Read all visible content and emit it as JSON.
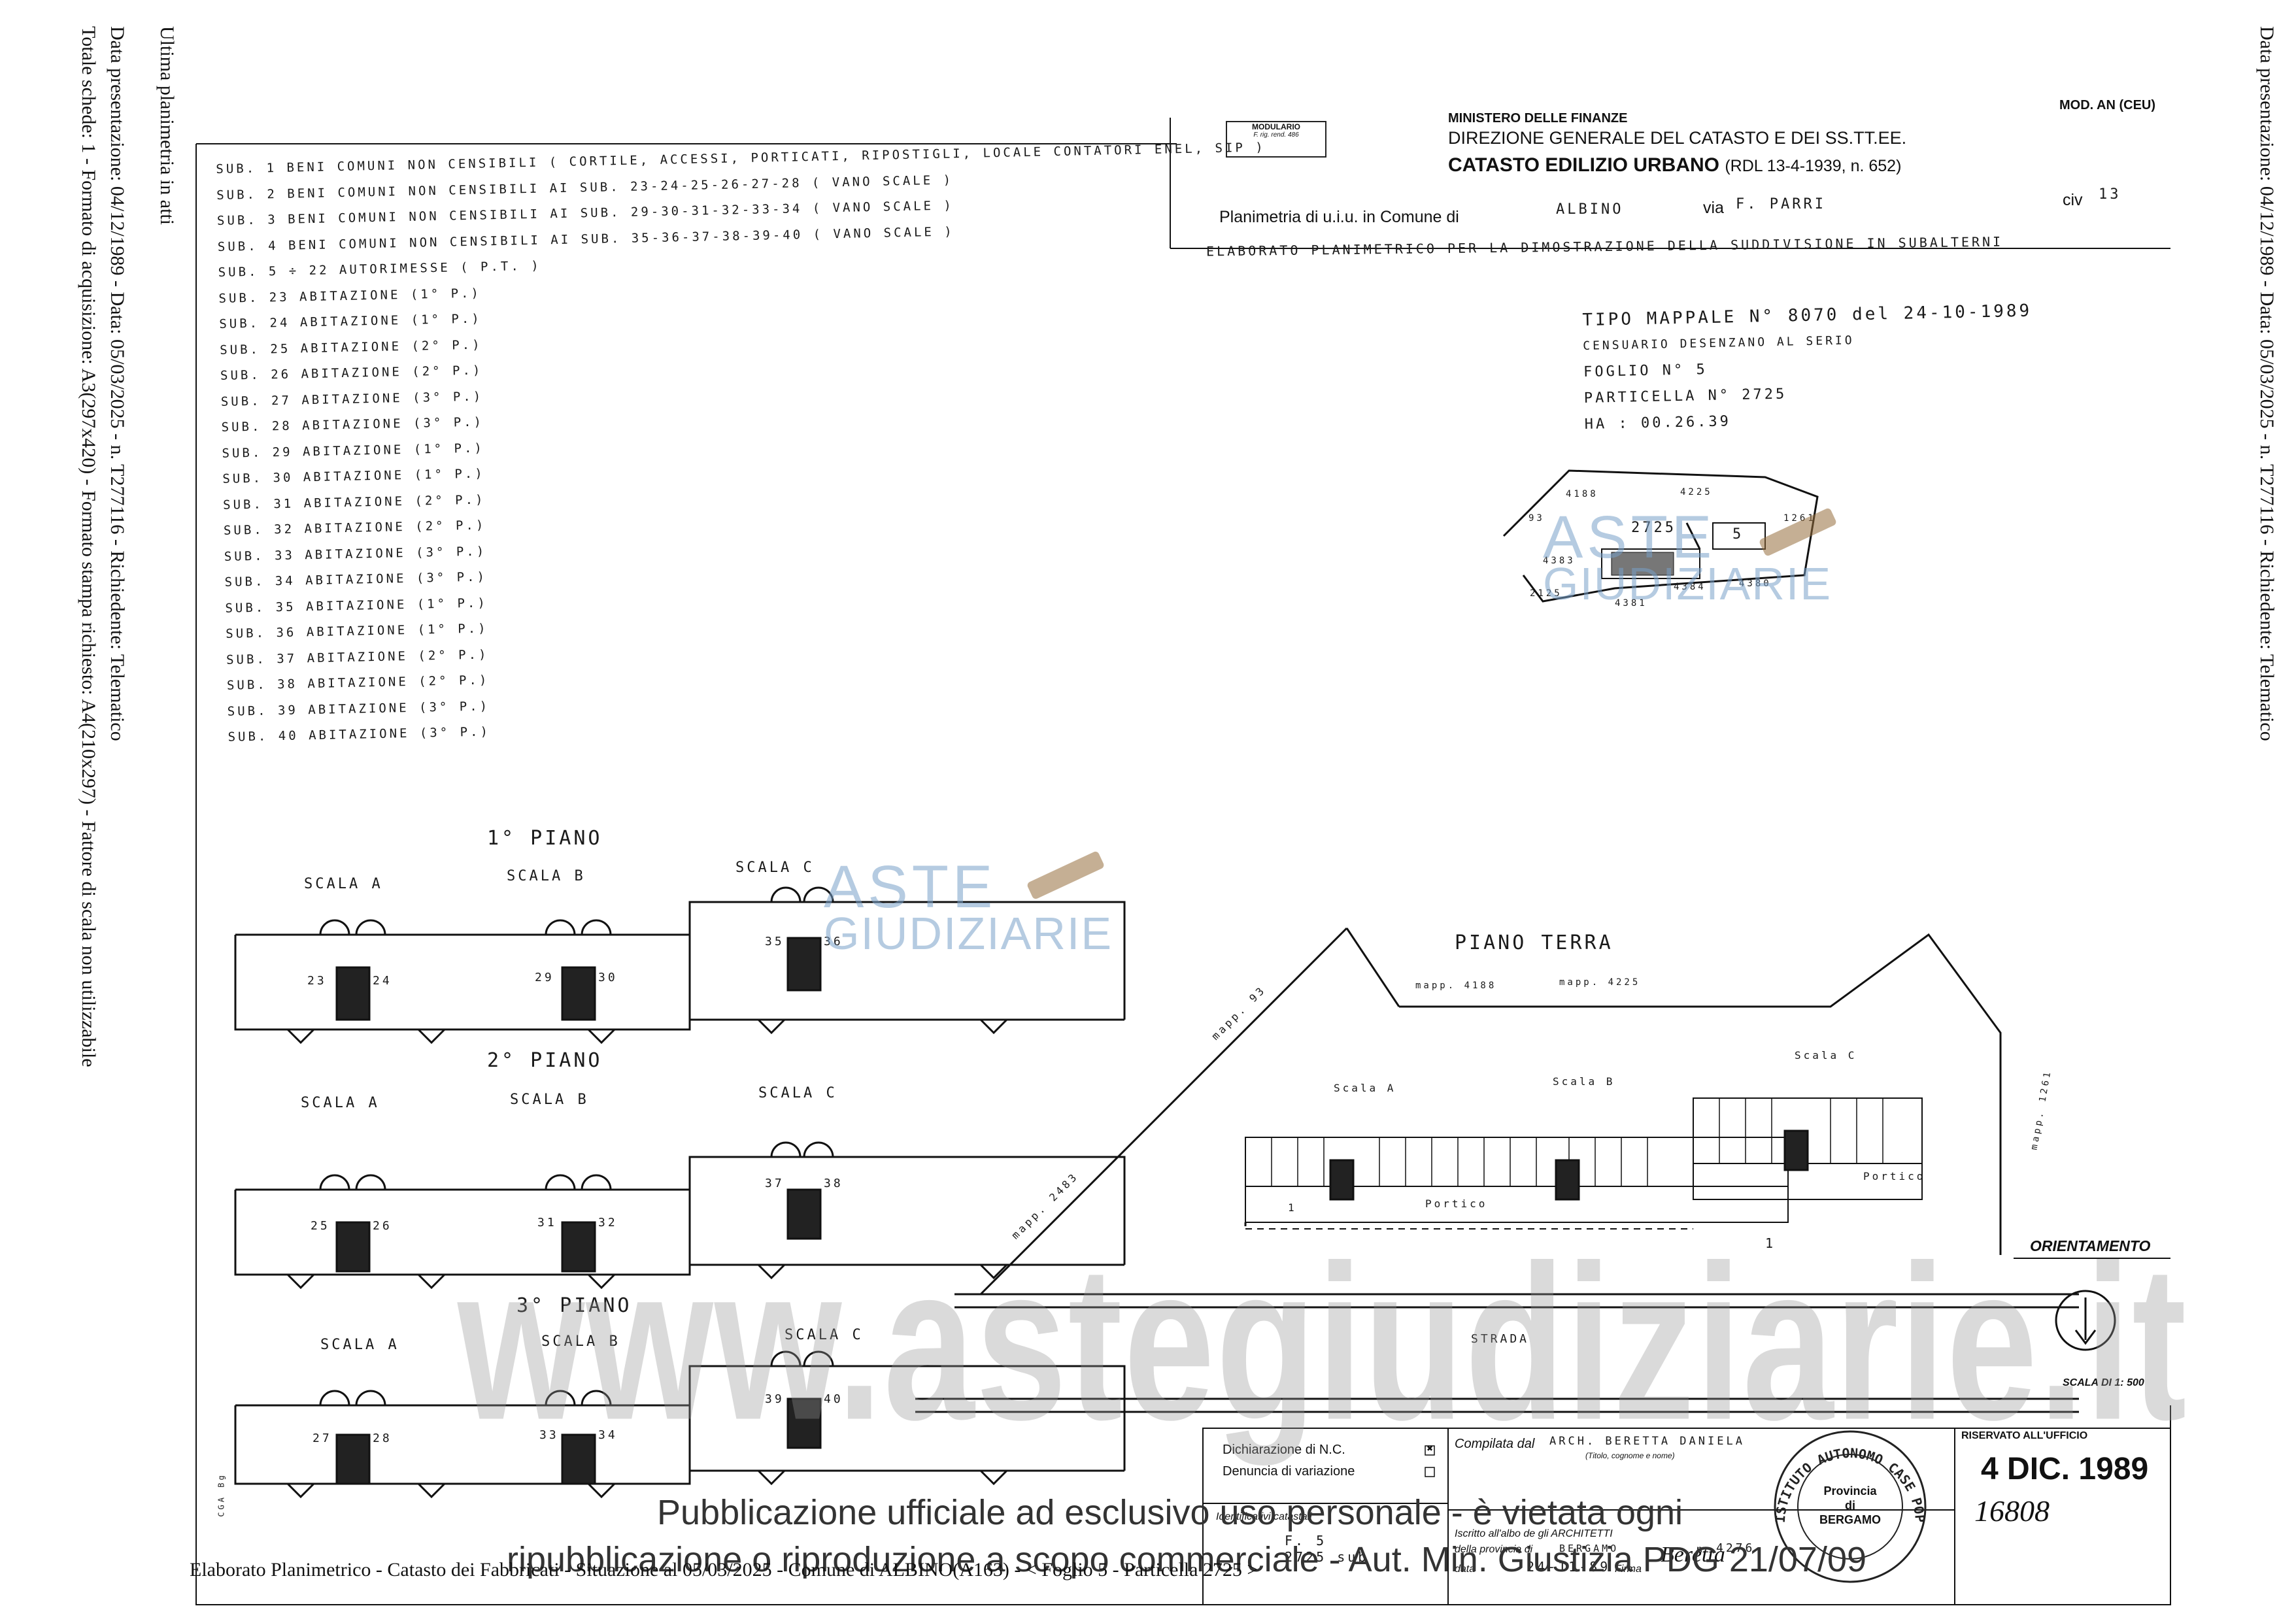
{
  "margins": {
    "left_col1": "Ultima planimetria in atti",
    "left_col2": "Data presentazione: 04/12/1989 - Data: 05/03/2025 - n. T277116 - Richiedente: Telematico",
    "left_col3": "Totale schede: 1 - Formato di acquisizione: A3(297x420) - Formato stampa richiesto: A4(210x297) - Fattore di scala non utilizzabile",
    "right_col": "Data presentazione: 04/12/1989 - Data: 05/03/2025 - n. T277116 - Richiedente: Telematico"
  },
  "header": {
    "modulario": "MODULARIO",
    "modulario_sub": "F. rig. rend. 486",
    "ministry": "MINISTERO DELLE FINANZE",
    "direction": "DIREZIONE GENERALE DEL CATASTO E DEI SS.TT.EE.",
    "catasto": "CATASTO EDILIZIO URBANO",
    "catasto_ref": "(RDL 13-4-1939, n. 652)",
    "mod": "MOD. AN (CEU)",
    "planimetria_label": "Planimetria di u.i.u. in Comune di",
    "comune": "ALBINO",
    "via_label": "via",
    "via": "F. PARRI",
    "civ_label": "civ",
    "civ": "13",
    "elaborato": "ELABORATO PLANIMETRICO PER LA DIMOSTRAZIONE DELLA SUDDIVISIONE IN SUBALTERNI"
  },
  "subalterni": [
    "SUB. 1  BENI COMUNI NON CENSIBILI  ( CORTILE, ACCESSI, PORTICATI, RIPOSTIGLI, LOCALE CONTATORI ENEL, SIP )",
    "SUB. 2  BENI COMUNI NON CENSIBILI AI SUB. 23-24-25-26-27-28  ( VANO SCALE )",
    "SUB. 3  BENI COMUNI NON CENSIBILI AI SUB. 29-30-31-32-33-34  ( VANO SCALE )",
    "SUB. 4  BENI COMUNI NON CENSIBILI AI SUB. 35-36-37-38-39-40  ( VANO SCALE )",
    "SUB. 5 ÷ 22   AUTORIMESSE  ( P.T. )",
    "SUB. 23  ABITAZIONE (1° P.)",
    "SUB. 24  ABITAZIONE (1° P.)",
    "SUB. 25  ABITAZIONE (2° P.)",
    "SUB. 26  ABITAZIONE (2° P.)",
    "SUB. 27  ABITAZIONE (3° P.)",
    "SUB. 28  ABITAZIONE (3° P.)",
    "SUB. 29  ABITAZIONE (1° P.)",
    "SUB. 30  ABITAZIONE (1° P.)",
    "SUB. 31  ABITAZIONE (2° P.)",
    "SUB. 32  ABITAZIONE (2° P.)",
    "SUB. 33  ABITAZIONE (3° P.)",
    "SUB. 34  ABITAZIONE (3° P.)",
    "SUB. 35  ABITAZIONE (1° P.)",
    "SUB. 36  ABITAZIONE (1° P.)",
    "SUB. 37  ABITAZIONE (2° P.)",
    "SUB. 38  ABITAZIONE (2° P.)",
    "SUB. 39  ABITAZIONE (3° P.)",
    "SUB. 40  ABITAZIONE (3° P.)"
  ],
  "tipo": {
    "l1": "TIPO MAPPALE N° 8070 del 24-10-1989",
    "l2": "CENSUARIO DESENZANO AL SERIO",
    "l3": "FOGLIO N° 5",
    "l4": "PARTICELLA N° 2725",
    "l5": "HA : 00.26.39"
  },
  "map_labels": {
    "p2725": "2725",
    "p5": "5",
    "m4188": "4188",
    "m4225": "4225",
    "m93": "93",
    "m1261": "1261",
    "m4383": "4383",
    "m4381": "4381",
    "m4384": "4384",
    "m4380": "4380",
    "m2125": "2125"
  },
  "floors": {
    "p1": "1° PIANO",
    "p2": "2° PIANO",
    "p3": "3° PIANO",
    "scala_a": "SCALA A",
    "scala_b": "SCALA B",
    "scala_c": "SCALA C",
    "u23": "23",
    "u24": "24",
    "u29": "29",
    "u30": "30",
    "u35": "35",
    "u36": "36",
    "u25": "25",
    "u26": "26",
    "u31": "31",
    "u32": "32",
    "u37": "37",
    "u38": "38",
    "u27": "27",
    "u28": "28",
    "u33": "33",
    "u34": "34",
    "u39": "39",
    "u40": "40"
  },
  "ground": {
    "title": "PIANO TERRA",
    "mapp4188": "mapp. 4188",
    "mapp4225": "mapp. 4225",
    "mapp93": "mapp. 93",
    "mapp2483": "mapp. 2483",
    "mapp1261": "mapp. 1261",
    "scala_a": "Scala A",
    "scala_b": "Scala B",
    "scala_c": "Scala C",
    "portico": "Portico",
    "one": "1",
    "strada": "STRADA",
    "orientamento": "ORIENTAMENTO",
    "scala_di": "SCALA DI 1: 500"
  },
  "bottom": {
    "dich_nc": "Dichiarazione di N.C.",
    "denuncia": "Denuncia di variazione",
    "compilata": "Compilata dal",
    "compilata_name": "ARCH. BERETTA DANIELA",
    "titolo": "(Titolo, cognome e nome)",
    "iscritto": "Iscritto all'albo de gli ARCHITETTI",
    "provincia": "della provincia di",
    "prov_name": "BERGAMO",
    "num_label": "n.",
    "num": "4276",
    "data_label": "data",
    "data": "24-11-89",
    "firma_label": "Firma",
    "firma": "Beretta",
    "identificativi": "Identificativi catastali",
    "foglio": "F. 5",
    "part": "2725 sub",
    "riservato": "RISERVATO ALL'UFFICIO",
    "stamp_date": "4 DIC. 1989",
    "protocol": "16808",
    "seal_outer": "ISTITUTO AUTONOMO CASE POPOLARI",
    "seal_in1": "Provincia",
    "seal_in2": "di",
    "seal_in3": "BERGAMO",
    "canc": "CGA Bg"
  },
  "watermarks": {
    "aste": "ASTE",
    "giudiziarie": "GIUDIZIARIE",
    "big": "www.astegiudiziarie.it",
    "pub1": "Pubblicazione ufficiale ad esclusivo uso personale - è vietata ogni",
    "pub2": "ripubblicazione o riproduzione a scopo commerciale - Aut. Min. Giustizia PDG 21/07/09"
  },
  "footer": "Elaborato Planimetrico - Catasto dei Fabbricati - Situazione al 05/03/2025 - Comune di ALBINO(A163) - < Foglio 5 - Particella 2725 >"
}
